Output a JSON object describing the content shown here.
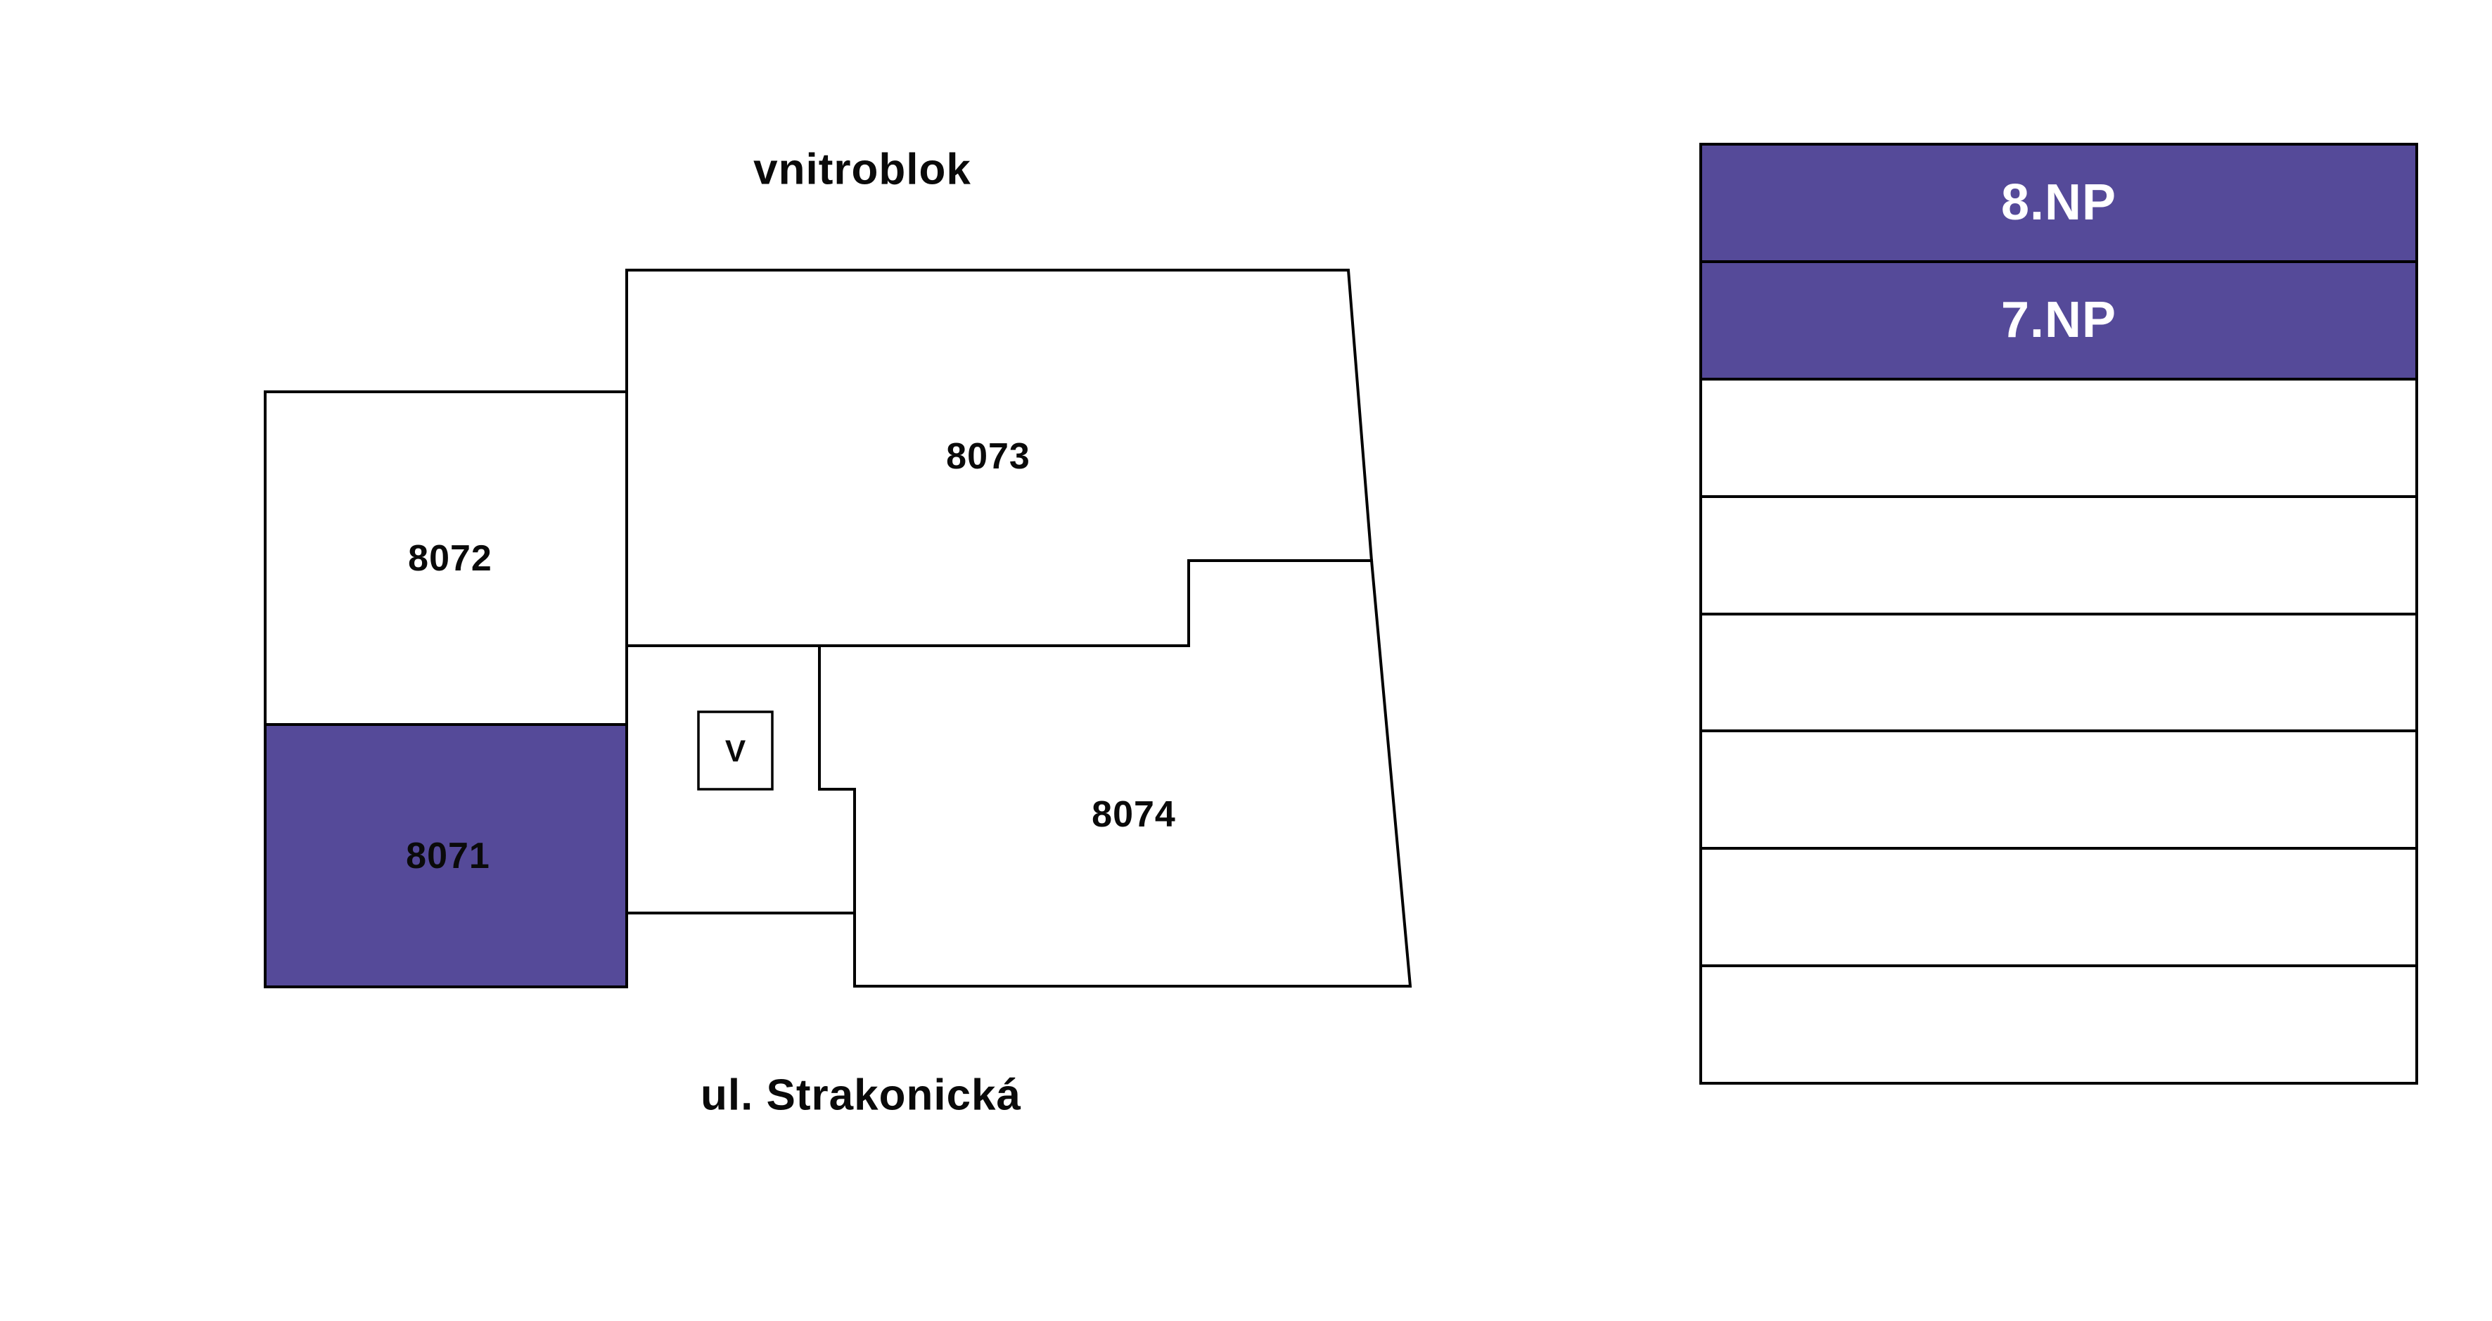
{
  "plan": {
    "courtyard_label": "vnitroblok",
    "street_label": "ul. Strakonická",
    "vent_label": "V",
    "units": [
      {
        "id": "8071",
        "highlighted": true
      },
      {
        "id": "8072",
        "highlighted": false
      },
      {
        "id": "8073",
        "highlighted": false
      },
      {
        "id": "8074",
        "highlighted": false
      }
    ]
  },
  "floor_selector": {
    "floors": [
      {
        "label": "8.NP",
        "active": true
      },
      {
        "label": "7.NP",
        "active": true
      },
      {
        "label": "",
        "active": false
      },
      {
        "label": "",
        "active": false
      },
      {
        "label": "",
        "active": false
      },
      {
        "label": "",
        "active": false
      },
      {
        "label": "",
        "active": false
      },
      {
        "label": "",
        "active": false
      }
    ]
  },
  "colors": {
    "accent": "#554a99",
    "outline": "#000000",
    "label": "#0a0a0a",
    "active_text": "#ffffff"
  }
}
